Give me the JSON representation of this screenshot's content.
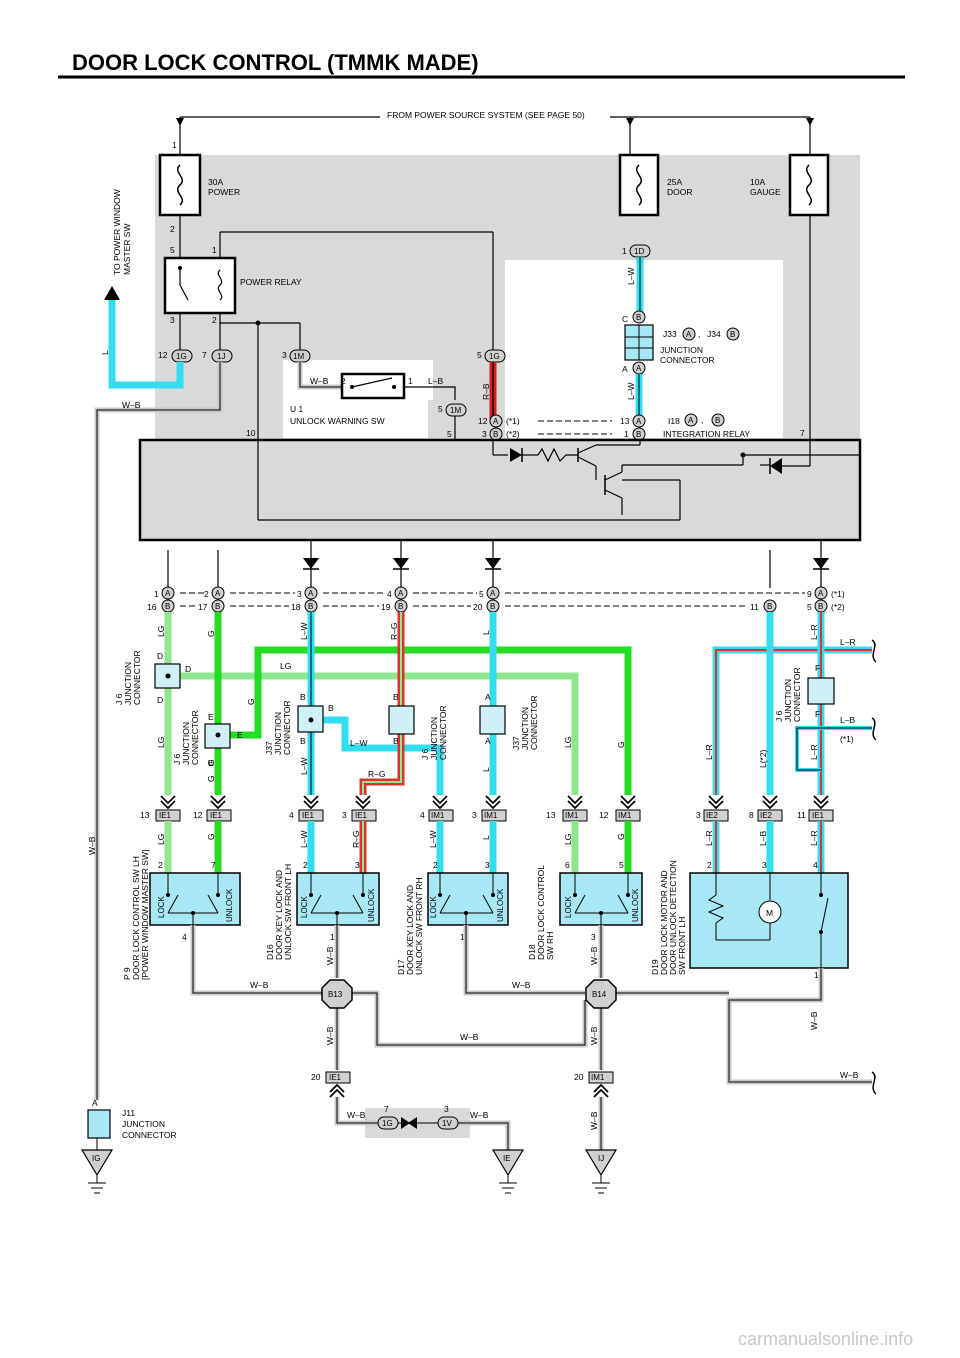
{
  "title": "DOOR LOCK CONTROL (TMMK MADE)",
  "power_source": "FROM POWER SOURCE SYSTEM (SEE PAGE 50)",
  "watermark": "carmanualsonline.info",
  "fuses": [
    {
      "rating": "30A",
      "name": "POWER"
    },
    {
      "rating": "25A",
      "name": "DOOR"
    },
    {
      "rating": "10A",
      "name": "GAUGE"
    }
  ],
  "power_relay": "POWER RELAY",
  "to_power_window": [
    "TO POWER WINDOW",
    "MASTER SW"
  ],
  "unlock_warning_sw": [
    "U 1",
    "UNLOCK WARNING SW"
  ],
  "integration_relay": "INTEGRATION RELAY",
  "junction_connector_j33": [
    "J33",
    "J34",
    "JUNCTION",
    "CONNECTOR"
  ],
  "i18": "I18",
  "notes": [
    "(*1)",
    "(*2)"
  ],
  "wire_colors": [
    "W–B",
    "L–B",
    "R–B",
    "L–W",
    "L",
    "LG",
    "G",
    "R–G",
    "L–R",
    "L(*2)",
    "L–B",
    "B",
    "D",
    "E",
    "F",
    "A"
  ],
  "top_connectors": [
    "1G",
    "1J",
    "1M",
    "1G",
    "1M",
    "1D"
  ],
  "pins_a": [
    "1",
    "2",
    "3",
    "4",
    "5",
    "9"
  ],
  "pins_b": [
    "16",
    "17",
    "18",
    "19",
    "20",
    "11",
    "5"
  ],
  "junctions": [
    {
      "id": "J 6",
      "name": [
        "JUNCTION",
        "CONNECTOR"
      ]
    },
    {
      "id": "J37",
      "name": [
        "JUNCTION",
        "CONNECTOR"
      ]
    }
  ],
  "wire_connectors": [
    "IE1",
    "IE1",
    "IE1",
    "IE1",
    "IM1",
    "IM1",
    "IM1",
    "IM1",
    "IE2",
    "IE2",
    "IE1"
  ],
  "switches": [
    {
      "id": "P 9",
      "name": [
        "DOOR LOCK CONTROL SW LH",
        "[POWER WINDOW MASTER SW]"
      ]
    },
    {
      "id": "D16",
      "name": [
        "DOOR KEY LOCK AND",
        "UNLOCK SW FRONT LH"
      ]
    },
    {
      "id": "D17",
      "name": [
        "DOOR KEY LOCK AND",
        "UNLOCK SW FRONT RH"
      ]
    },
    {
      "id": "D18",
      "name": [
        "DOOR LOCK CONTROL",
        "SW RH"
      ]
    },
    {
      "id": "D19",
      "name": [
        "DOOR LOCK MOTOR AND",
        "DOOR UNLOCK DETECTION",
        "SW FRONT LH"
      ]
    }
  ],
  "switch_labels": [
    "LOCK",
    "UNLOCK"
  ],
  "motor": "M",
  "splices": [
    "B13",
    "B14"
  ],
  "lower_connectors": [
    "IE1",
    "IM1",
    "1G",
    "1V"
  ],
  "j11": [
    "J11",
    "JUNCTION",
    "CONNECTOR"
  ],
  "grounds": [
    "IG",
    "IE",
    "IJ"
  ]
}
